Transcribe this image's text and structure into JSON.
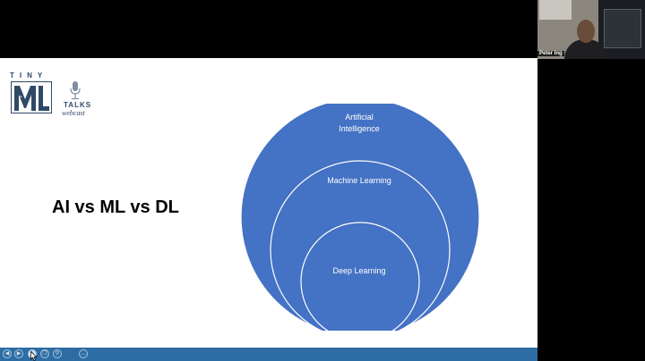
{
  "slide": {
    "title": "AI vs ML vs DL",
    "logo": {
      "tiny": "TINY",
      "ml": "ML",
      "talks": "TALKS",
      "webcast": "webcast"
    },
    "diagram": {
      "outer": "Artificial Intelligence",
      "outer_line1": "Artificial",
      "outer_line2": "Intelligence",
      "middle": "Machine Learning",
      "inner": "Deep Learning",
      "fill": "#4472c4",
      "stroke": "#ffffff"
    }
  },
  "webcam": {
    "participant_name": "Peter Ing"
  },
  "controls": {
    "color": "#2e6da4",
    "buttons": [
      "previous-icon",
      "next-icon",
      "pen-icon",
      "copy-icon",
      "zoom-icon",
      "more-icon"
    ]
  }
}
